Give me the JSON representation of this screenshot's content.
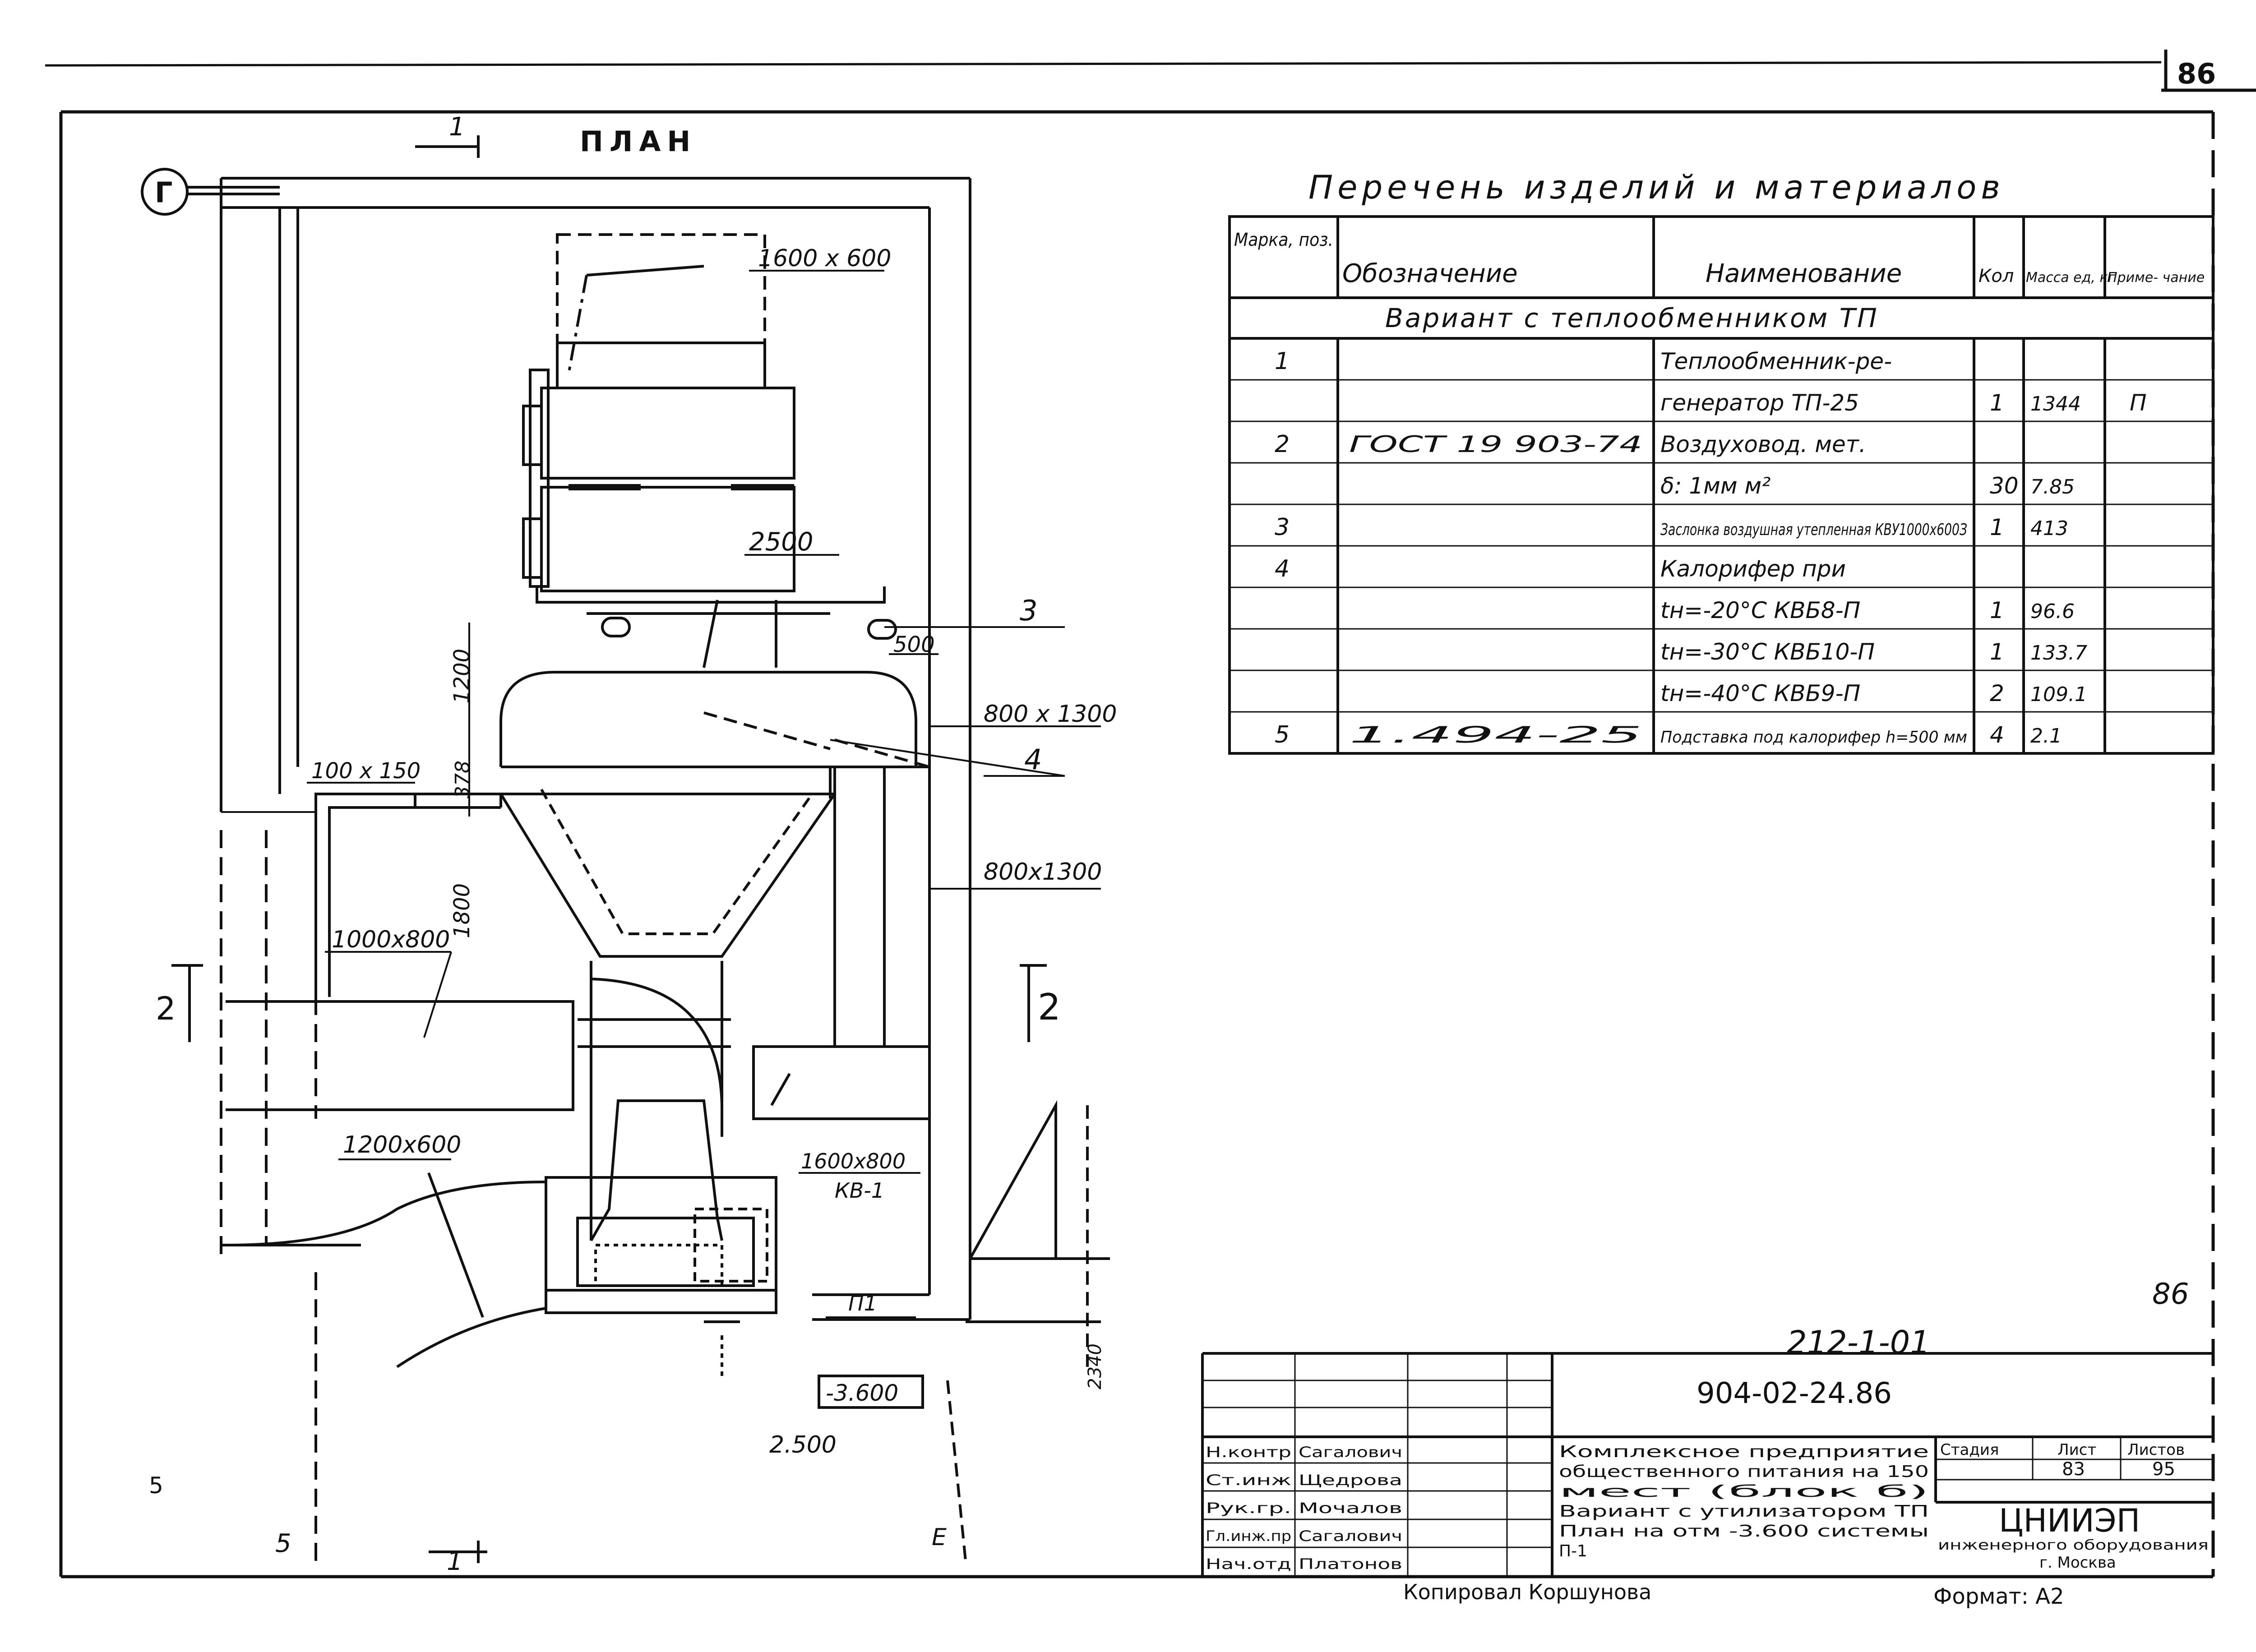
{
  "sheet": {
    "page_number": "86",
    "corner_number": "86",
    "plan_title": "ПЛАН",
    "drawing_code": "212-1-01",
    "copied_by": "Копировал  Коршунова",
    "format": "Формат: А2"
  },
  "plan_labels": {
    "axis_g": "Г",
    "axis_e": "Е",
    "axis_5": "5",
    "axis_5_left": "5",
    "section_1_top": "1",
    "section_1_bottom": "1",
    "section_2_left": "2",
    "section_2_right": "2",
    "duct_1600x600_top": "1600 x 600",
    "dim_2500_top": "2500",
    "dim_500": "500",
    "callout_3": "3",
    "callout_4": "4",
    "duct_800x1300_a": "800 x 1300",
    "duct_800x1300_b": "800x1300",
    "duct_100x150": "100 x 150",
    "dim_1200": "1200",
    "dim_378": "378",
    "dim_1800": "1800",
    "duct_1000x800": "1000x800",
    "duct_1200x600": "1200x600",
    "duct_1600x800": "1600x800",
    "heater_kv1": "КВ-1",
    "system_p1": "П1",
    "elevation_box": "-3.600",
    "dim_2340": "2340",
    "dim_2500_bottom": "2.500"
  },
  "spec_table": {
    "title": "Перечень  изделий  и  материалов",
    "headers": {
      "mark": "Марка, поз.",
      "designation": "Обозначение",
      "name": "Наименование",
      "qty": "Кол",
      "mass": "Масса ед, кг",
      "note": "Приме- чание"
    },
    "variant": "Вариант  с  теплообменником  ТП",
    "rows": [
      {
        "mark": "1",
        "designation": "",
        "name": "Теплообменник-ре-",
        "qty": "",
        "mass": "",
        "note": ""
      },
      {
        "mark": "",
        "designation": "",
        "name": "генератор ТП-25",
        "qty": "1",
        "mass": "1344",
        "note": "П"
      },
      {
        "mark": "2",
        "designation": "ГОСТ 19 903-74",
        "name": "Воздуховод. мет.",
        "qty": "",
        "mass": "",
        "note": ""
      },
      {
        "mark": "",
        "designation": "",
        "name": "δ: 1мм            м²",
        "qty": "30",
        "mass": "7.85",
        "note": ""
      },
      {
        "mark": "3",
        "designation": "",
        "name": "Заслонка воздушная утепленная КВУ1000х600З",
        "qty": "1",
        "mass": "413",
        "note": ""
      },
      {
        "mark": "4",
        "designation": "",
        "name": "Калорифер    при",
        "qty": "",
        "mass": "",
        "note": ""
      },
      {
        "mark": "",
        "designation": "",
        "name": "tн=-20°С   КВБ8-П",
        "qty": "1",
        "mass": "96.6",
        "note": ""
      },
      {
        "mark": "",
        "designation": "",
        "name": "tн=-30°С   КВБ10-П",
        "qty": "1",
        "mass": "133.7",
        "note": ""
      },
      {
        "mark": "",
        "designation": "",
        "name": "tн=-40°С   КВБ9-П",
        "qty": "2",
        "mass": "109.1",
        "note": ""
      },
      {
        "mark": "5",
        "designation": "1.494-25",
        "name": "Подставка под калорифер h=500 мм",
        "qty": "4",
        "mass": "2.1",
        "note": ""
      }
    ]
  },
  "title_block": {
    "project_number": "904-02-24.86",
    "description_lines": [
      "Комплексное предприятие",
      "общественного питания на 150",
      "мест (блок б)",
      "Вариант с утилизатором ТП",
      "План на отм -3.600 системы",
      "П-1"
    ],
    "stage_header": "Стадия",
    "sheet_header": "Лист",
    "sheets_header": "Листов",
    "sheet_value": "83",
    "sheets_value": "95",
    "org_name": "ЦНИИЭП",
    "org_sub": "инженерного оборудования",
    "org_city": "г. Москва",
    "roles": [
      {
        "role": "Н.контр",
        "name": "Сагалович"
      },
      {
        "role": "Ст.инж",
        "name": "Щедрова"
      },
      {
        "role": "Рук.гр.",
        "name": "Мочалов"
      },
      {
        "role": "Гл.инж.пр",
        "name": "Сагалович"
      },
      {
        "role": "Нач.отд",
        "name": "Платонов"
      }
    ]
  }
}
